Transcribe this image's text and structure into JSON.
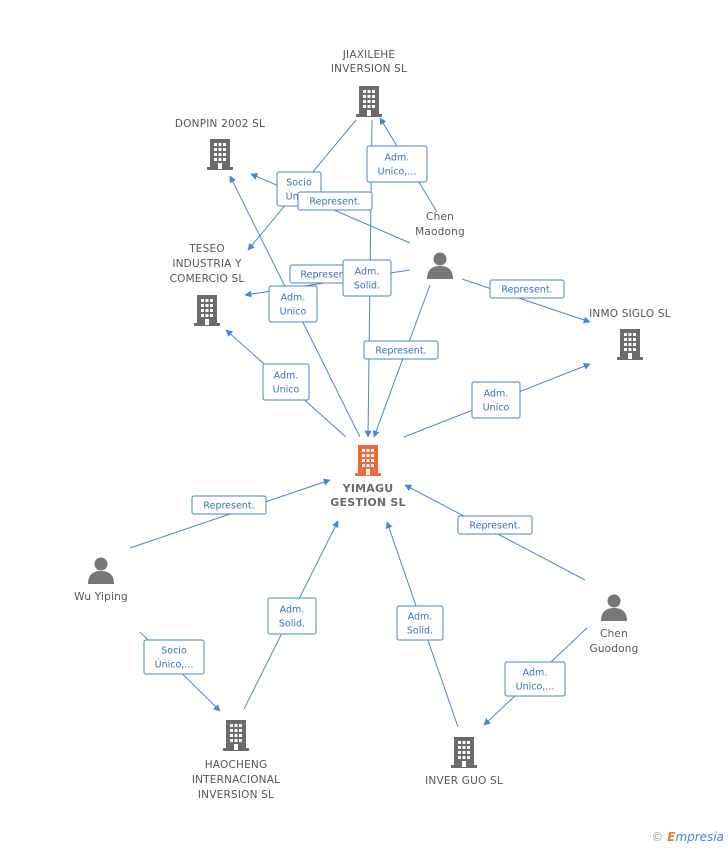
{
  "colors": {
    "edge": "#4a86d0",
    "company": "#6b6b6b",
    "center": "#ee6a3a",
    "person": "#777777"
  },
  "nodes": [
    {
      "id": "center",
      "type": "company-center",
      "label": [
        "YIMAGU",
        "GESTION SL"
      ]
    },
    {
      "id": "jiaxilehe",
      "type": "company",
      "label": [
        "JIAXILEHE",
        "INVERSION SL"
      ]
    },
    {
      "id": "donpin",
      "type": "company",
      "label": [
        "DONPIN 2002 SL"
      ]
    },
    {
      "id": "teseo",
      "type": "company",
      "label": [
        "TESEO",
        "INDUSTRIA Y",
        "COMERCIO SL"
      ]
    },
    {
      "id": "inmo",
      "type": "company",
      "label": [
        "INMO SIGLO SL"
      ]
    },
    {
      "id": "haocheng",
      "type": "company",
      "label": [
        "HAOCHENG",
        "INTERNACIONAL",
        "INVERSION SL"
      ]
    },
    {
      "id": "inverguo",
      "type": "company",
      "label": [
        "INVER GUO SL"
      ]
    },
    {
      "id": "chenmaodong",
      "type": "person",
      "label": [
        "Chen",
        "Maodong"
      ]
    },
    {
      "id": "wuyiping",
      "type": "person",
      "label": [
        "Wu Yiping"
      ]
    },
    {
      "id": "chenguodong",
      "type": "person",
      "label": [
        "Chen",
        "Guodong"
      ]
    }
  ],
  "edges": [
    {
      "id": "e1",
      "label": [
        "Adm.",
        "Unico,..."
      ]
    },
    {
      "id": "e2",
      "label": [
        "Socio",
        "Único"
      ]
    },
    {
      "id": "e3",
      "label": [
        "Represent."
      ]
    },
    {
      "id": "e4",
      "label": [
        "Represent."
      ]
    },
    {
      "id": "e5",
      "label": [
        "Adm.",
        "Solid."
      ]
    },
    {
      "id": "e6",
      "label": [
        "Adm.",
        "Unico"
      ]
    },
    {
      "id": "e7",
      "label": [
        "Represent."
      ]
    },
    {
      "id": "e8",
      "label": [
        "Represent."
      ]
    },
    {
      "id": "e9",
      "label": [
        "Adm.",
        "Unico"
      ]
    },
    {
      "id": "e10",
      "label": [
        "Adm.",
        "Unico"
      ]
    },
    {
      "id": "e11",
      "label": [
        "Represent."
      ]
    },
    {
      "id": "e12",
      "label": [
        "Represent."
      ]
    },
    {
      "id": "e13",
      "label": [
        "Socio",
        "Único,..."
      ]
    },
    {
      "id": "e14",
      "label": [
        "Adm.",
        "Solid."
      ]
    },
    {
      "id": "e15",
      "label": [
        "Adm.",
        "Solid."
      ]
    },
    {
      "id": "e16",
      "label": [
        "Adm.",
        "Unico,..."
      ]
    }
  ],
  "footer": {
    "copyright": "©",
    "brand_initial": "E",
    "brand_rest": "mpresia"
  }
}
